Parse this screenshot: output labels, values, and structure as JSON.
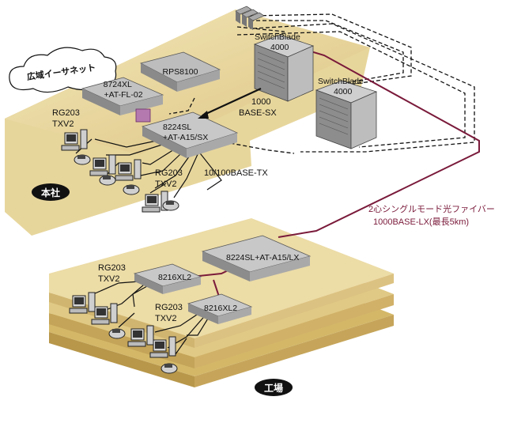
{
  "hq": {
    "site_label": "本社",
    "wan_cloud": "広域イーサネット",
    "rps": "RPS8100",
    "router_8724": "8724XL\n+AT-FL-02",
    "switchblade_1": "SwitchBlade\n4000",
    "switchblade_2": "SwitchBlade\n4000",
    "link_1000sx": "1000\nBASE-SX",
    "switch_8224sl": "8224SL\n+AT-A15/SX",
    "link_10_100": "10/100BASE-TX",
    "rg203_1": "RG203\nTXV2",
    "rg203_2": "RG203\nTXV2"
  },
  "fiber": {
    "line1": "2心シングルモード光ファイバー",
    "line2": "1000BASE-LX(最長5km)"
  },
  "factory": {
    "site_label": "工場",
    "switch_8224lx": "8224SL+AT-A15/LX",
    "switch_8216_1": "8216XL2",
    "switch_8216_2": "8216XL2",
    "rg203_1": "RG203\nTXV2",
    "rg203_2": "RG203\nTXV2"
  },
  "colors": {
    "floor_top": "#e9dba3",
    "floor_side": "#d8c07a",
    "floor_dark": "#c9ab5e",
    "fiber": "#7a1a3a",
    "device": "#c8c8c8",
    "device_dark": "#7c7c7c"
  },
  "icons": [
    "workstation-icon",
    "ip-phone-icon",
    "switch-icon",
    "chassis-switch-icon",
    "cloud-icon"
  ]
}
